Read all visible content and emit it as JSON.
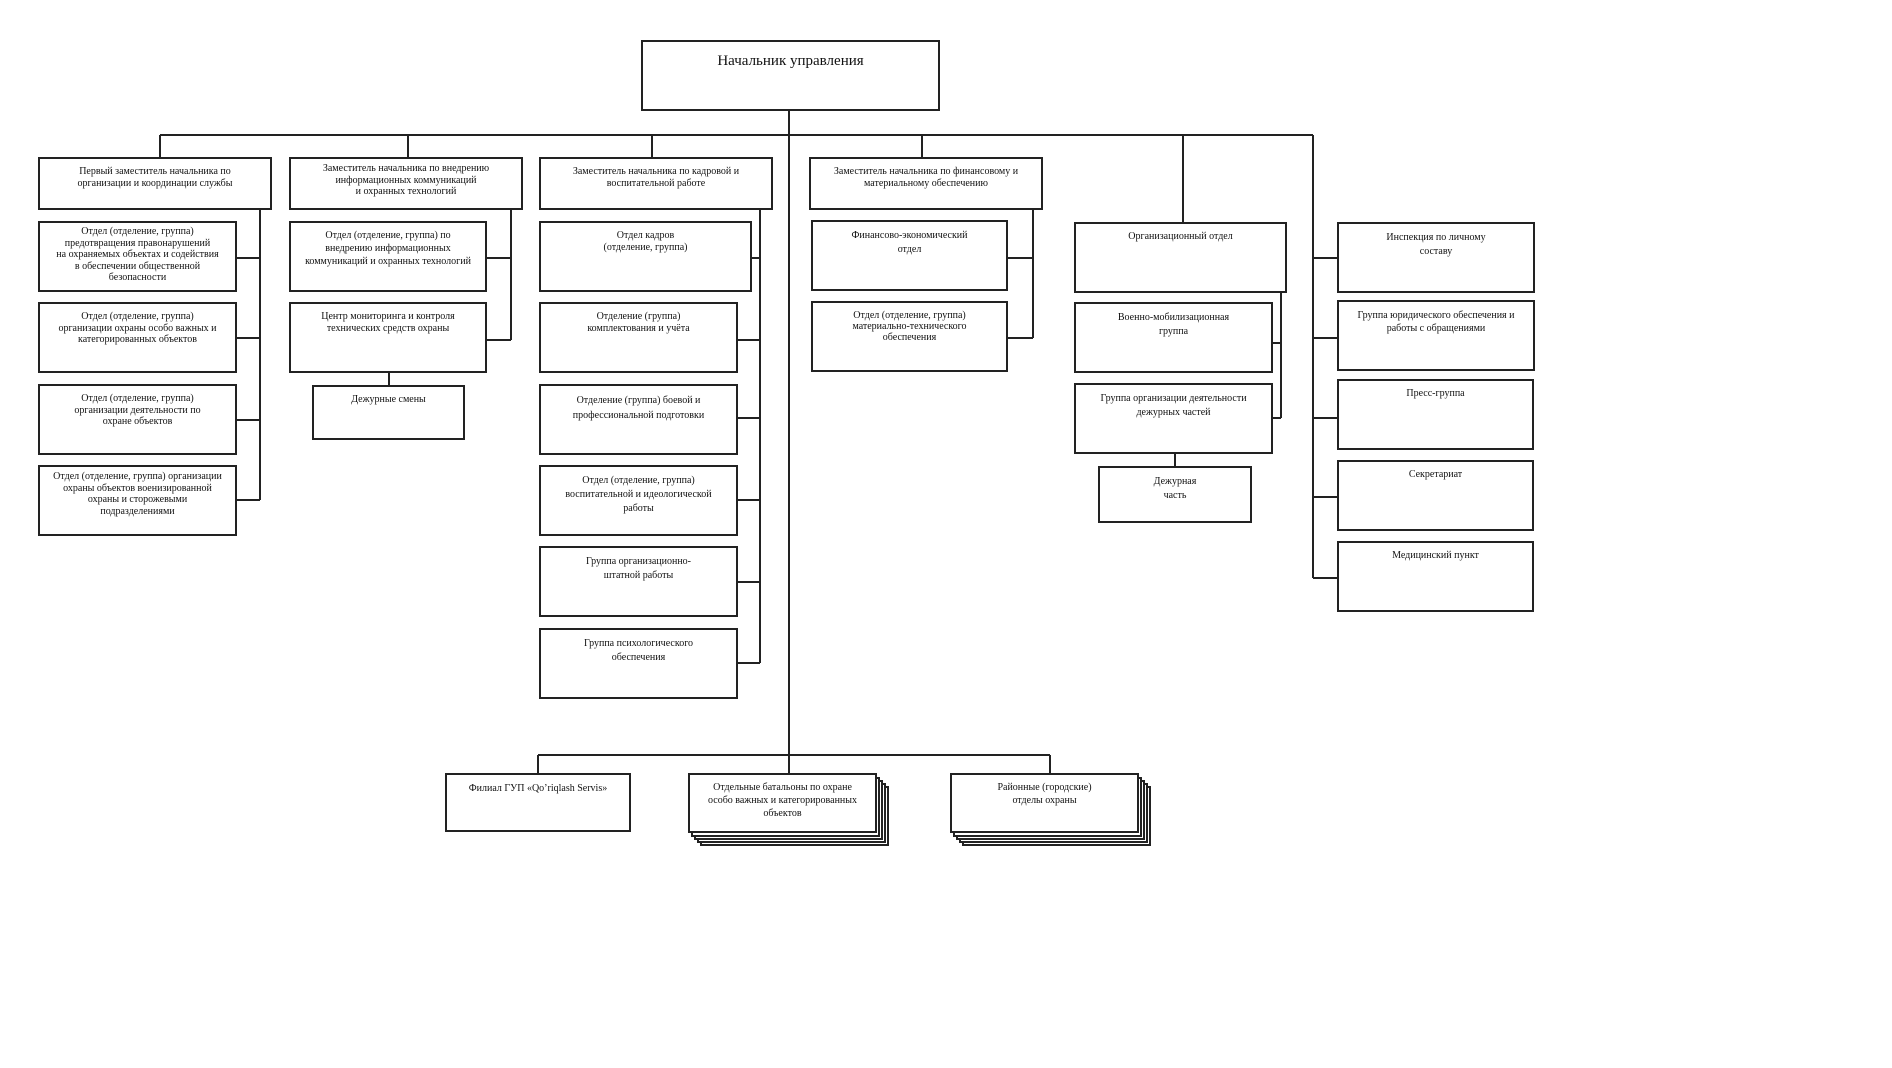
{
  "head": "Начальник управления",
  "deputies": [
    "Первый заместитель начальника по\nорганизации и координации службы",
    "Заместитель начальника по внедрению\nинформационных коммуникаций\nи охранных технологий",
    "Заместитель начальника по кадровой и\nвоспитательной работе",
    "Заместитель начальника по финансовому и\nматериальному обеспечению"
  ],
  "col1": [
    "Отдел (отделение, группа)\nпредотвращения правонарушений\nна охраняемых объектах и содействия\nв обеспечении общественной\nбезопасности",
    "Отдел (отделение, группа)\nорганизации охраны особо важных и\nкатегорированных объектов",
    "Отдел (отделение, группа)\nорганизации деятельности по\nохране объектов",
    "Отдел (отделение, группа) организации\nохраны объектов военизированной\nохраны и сторожевыми\nподразделениями"
  ],
  "col2": [
    "Отдел (отделение, группа) по\nвнедрению информационных\nкоммуникаций и охранных технологий",
    "Центр мониторинга и контроля\nтехнических средств охраны",
    "Дежурные смены"
  ],
  "col3": [
    "Отдел кадров\n(отделение, группа)",
    "Отделение (группа)\nкомплектования и учёта",
    "Отделение (группа) боевой и\nпрофессиональной подготовки",
    "Отдел (отделение, группа)\nвоспитательной и идеологической\nработы",
    "Группа организационно-\nштатной работы",
    "Группа психологического\nобеспечения"
  ],
  "col4": [
    "Финансово-экономический\nотдел",
    "Отдел (отделение, группа)\nматериально-технического\nобеспечения"
  ],
  "col5": [
    "Организационный отдел",
    "Военно-мобилизационная\nгруппа",
    "Группа организации деятельности\nдежурных частей",
    "Дежурная\nчасть"
  ],
  "col6": [
    "Инспекция по личному\nсоставу",
    "Группа юридического обеспечения и\nработы с обращениями",
    "Пресс-группа",
    "Секретариат",
    "Медицинский пункт"
  ],
  "bottom": [
    "Филиал ГУП «Qo’riqlash Servis»",
    "Отдельные батальоны по охране\nособо важных и категорированных\nобъектов",
    "Районные (городские)\nотделы охраны"
  ]
}
